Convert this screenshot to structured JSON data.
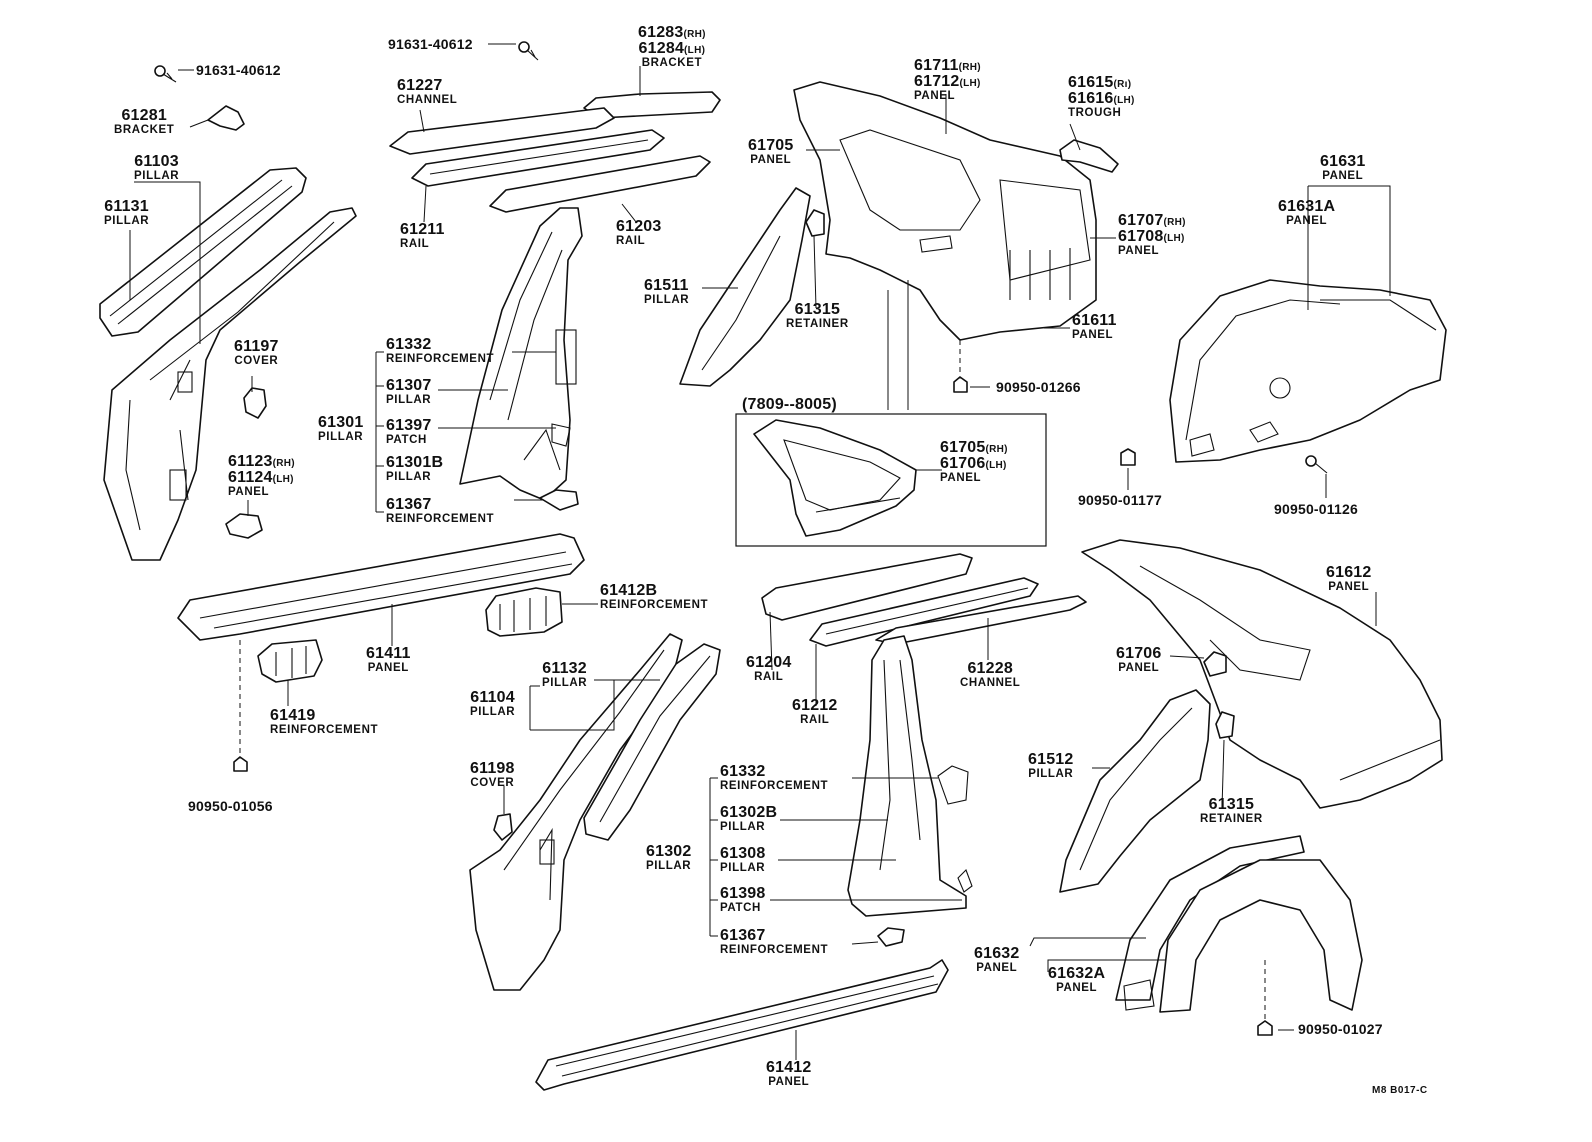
{
  "labels": {
    "c_91631_top": "91631-40612",
    "c_91631_left": "91631-40612",
    "p61283": "61283",
    "p61283_sfx": "(RH)",
    "p61284": "61284",
    "p61284_sfx": "(LH)",
    "bracket_a": "BRACKET",
    "p61227": "61227",
    "channel_a": "CHANNEL",
    "p61281": "61281",
    "bracket_b": "BRACKET",
    "p61103": "61103",
    "pillar_61103": "PILLAR",
    "p61131": "61131",
    "pillar_61131": "PILLAR",
    "p61211": "61211",
    "rail_61211": "RAIL",
    "p61203": "61203",
    "rail_61203": "RAIL",
    "p61197": "61197",
    "cover_61197": "COVER",
    "p61123": "61123",
    "p61123_sfx": "(RH)",
    "p61124": "61124",
    "p61124_sfx": "(LH)",
    "panel_61123": "PANEL",
    "p61332a": "61332",
    "reinf_61332a": "REINFORCEMENT",
    "p61307": "61307",
    "pillar_61307": "PILLAR",
    "p61301": "61301",
    "pillar_61301": "PILLAR",
    "p61397": "61397",
    "patch_61397": "PATCH",
    "p61301b": "61301B",
    "pillar_61301b": "PILLAR",
    "p61367a": "61367",
    "reinf_61367a": "REINFORCEMENT",
    "p61711": "61711",
    "p61711_sfx": "(RH)",
    "p61712": "61712",
    "p61712_sfx": "(LH)",
    "panel_61711": "PANEL",
    "p61615": "61615",
    "p61615_sfx": "(Rı)",
    "p61616": "61616",
    "p61616_sfx": "(LH)",
    "trough": "TROUGH",
    "p61705": "61705",
    "panel_61705": "PANEL",
    "p61707": "61707",
    "p61707_sfx": "(RH)",
    "p61708": "61708",
    "p61708_sfx": "(LH)",
    "panel_61707": "PANEL",
    "p61631": "61631",
    "panel_61631": "PANEL",
    "p61631a": "61631A",
    "panel_61631a": "PANEL",
    "p61511": "61511",
    "pillar_61511": "PILLAR",
    "p61315a": "61315",
    "retainer_a": "RETAINER",
    "p61611": "61611",
    "panel_61611": "PANEL",
    "c_90950_01266": "90950-01266",
    "period": "(7809--8005)",
    "p61705b": "61705",
    "p61705b_sfx": "(RH)",
    "p61706b": "61706",
    "p61706b_sfx": "(LH)",
    "panel_61705b": "PANEL",
    "c_90950_01177": "90950-01177",
    "c_90950_01126": "90950-01126",
    "p61412b": "61412B",
    "reinf_61412b": "REINFORCEMENT",
    "p61411": "61411",
    "panel_61411": "PANEL",
    "p61419": "61419",
    "reinf_61419": "REINFORCEMENT",
    "c_90950_01056": "90950-01056",
    "p61132": "61132",
    "pillar_61132": "PILLAR",
    "p61104": "61104",
    "pillar_61104": "PILLAR",
    "p61198": "61198",
    "cover_61198": "COVER",
    "p61204": "61204",
    "rail_61204": "RAIL",
    "p61212": "61212",
    "rail_61212": "RAIL",
    "p61228": "61228",
    "channel_61228": "CHANNEL",
    "p61612": "61612",
    "panel_61612": "PANEL",
    "p61706": "61706",
    "panel_61706": "PANEL",
    "p61332b": "61332",
    "reinf_61332b": "REINFORCEMENT",
    "p61302b": "61302B",
    "pillar_61302b": "PILLAR",
    "p61302": "61302",
    "pillar_61302": "PILLAR",
    "p61308": "61308",
    "pillar_61308": "PILLAR",
    "p61398": "61398",
    "patch_61398": "PATCH",
    "p61367b": "61367",
    "reinf_61367b": "REINFORCEMENT",
    "p61512": "61512",
    "pillar_61512": "PILLAR",
    "p61315b": "61315",
    "retainer_b": "RETAINER",
    "p61632": "61632",
    "panel_61632": "PANEL",
    "p61632a": "61632A",
    "panel_61632a": "PANEL",
    "c_90950_01027": "90950-01027",
    "p61412": "61412",
    "panel_61412": "PANEL",
    "ref_code": "M8  B017-C"
  }
}
